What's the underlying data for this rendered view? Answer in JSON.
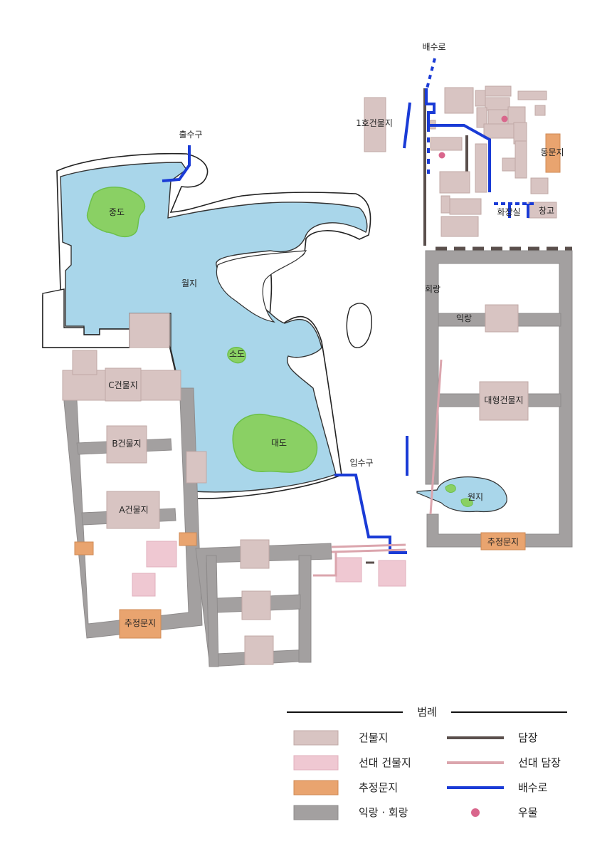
{
  "labels": {
    "outlet": "출수구",
    "middle_island": "중도",
    "pond": "월지",
    "small_island": "소도",
    "large_island": "대도",
    "inlet": "입수구",
    "building_c": "C건물지",
    "building_b": "B건물지",
    "building_a": "A건물지",
    "gate_site_west": "추정문지",
    "drain": "배수로",
    "building_1": "1호건물지",
    "east_gate": "동문지",
    "toilet": "화장실",
    "storehouse": "창고",
    "corridor": "회랑",
    "wing_corridor": "익랑",
    "large_building": "대형건물지",
    "garden_pond": "원지",
    "gate_site_east": "추정문지"
  },
  "legend": {
    "title": "범례",
    "items": [
      {
        "label": "건물지",
        "color": "#d8c4c2",
        "stroke": "#c0a9a6",
        "kind": "box"
      },
      {
        "label": "선대 건물지",
        "color": "#efc8d2",
        "stroke": "#e0b0bd",
        "kind": "box"
      },
      {
        "label": "추정문지",
        "color": "#e9a46f",
        "stroke": "#cf8a55",
        "kind": "box"
      },
      {
        "label": "익랑 · 회랑",
        "color": "#a3a0a0",
        "stroke": "#8f8c8c",
        "kind": "box"
      },
      {
        "label": "담장",
        "color": "#5a4f4c",
        "kind": "line"
      },
      {
        "label": "선대 담장",
        "color": "#dba5ad",
        "kind": "line"
      },
      {
        "label": "배수로",
        "color": "#1a3bd6",
        "kind": "line"
      },
      {
        "label": "우물",
        "color": "#d9668c",
        "kind": "dot"
      }
    ]
  },
  "colors": {
    "water": "#a9d6ea",
    "island": "#8ad064",
    "island_stroke": "#6cc04a",
    "building": "#d8c4c2",
    "building_stroke": "#c0a9a6",
    "earlier_building": "#efc8d2",
    "gate": "#e9a46f",
    "corridor": "#a3a0a0",
    "wall": "#5a4f4c",
    "earlier_wall": "#dba5ad",
    "drain": "#1a3bd6",
    "well": "#d9668c"
  }
}
